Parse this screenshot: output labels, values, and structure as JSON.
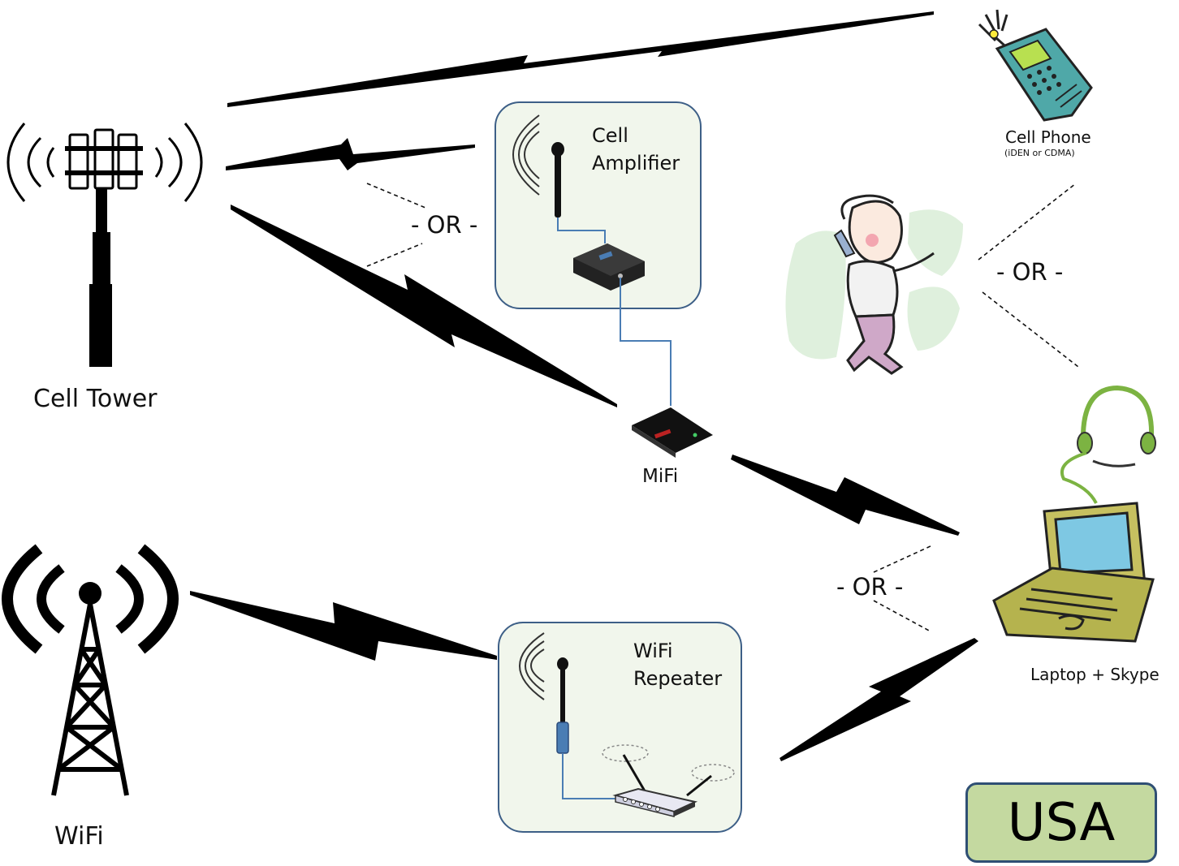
{
  "nodes": {
    "cell_tower": "Cell Tower",
    "cell_amplifier": [
      "Cell",
      "Amplifier"
    ],
    "mifi": "MiFi",
    "cell_phone": "Cell Phone",
    "cell_phone_sub": "(iDEN or CDMA)",
    "wifi": "WiFi",
    "wifi_repeater": [
      "WiFi",
      "Repeater"
    ],
    "laptop": "Laptop + Skype"
  },
  "separators": {
    "or_top": "- OR -",
    "or_right": "- OR -",
    "or_bottom": "- OR -"
  },
  "badge": "USA",
  "colors": {
    "box_fill": "#f1f6ec",
    "box_border": "#3d5f87",
    "cable": "#4a7db4",
    "badge_fill": "#c4d9a0",
    "signal": "#000000"
  },
  "icons": [
    "cell-tower-icon",
    "cell-phone-icon",
    "person-talking-icon",
    "antenna-icon",
    "amplifier-icon",
    "mifi-device-icon",
    "wifi-tower-icon",
    "router-icon",
    "laptop-headset-icon"
  ]
}
